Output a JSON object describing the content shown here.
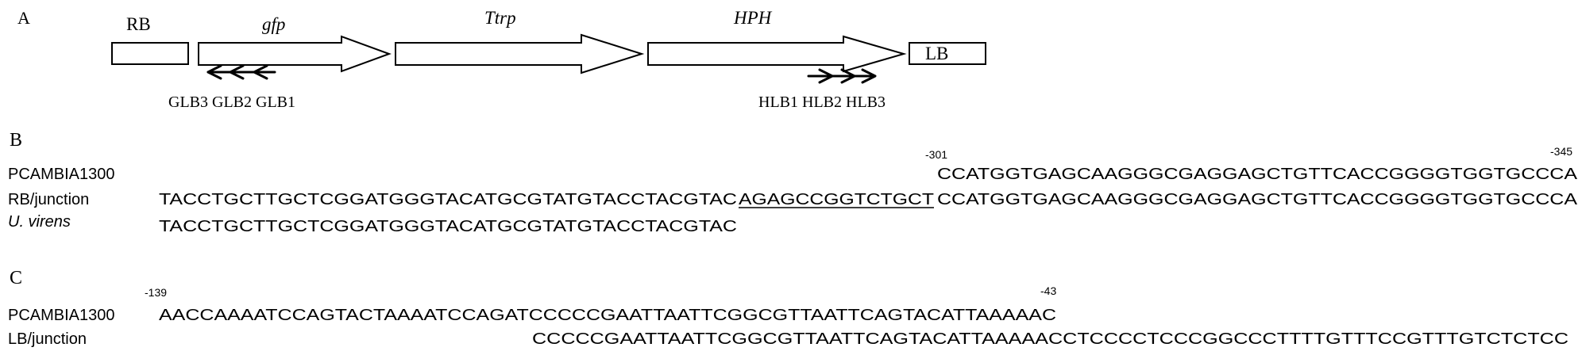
{
  "panels": {
    "a": "A",
    "b": "B",
    "c": "C"
  },
  "map": {
    "elements": [
      {
        "label": "RB",
        "italic": false
      },
      {
        "label": "gfp",
        "italic": true
      },
      {
        "label": "Ttrp",
        "italic": true
      },
      {
        "label": "HPH",
        "italic": true
      },
      {
        "label": "LB",
        "italic": false
      }
    ],
    "primer_groups": [
      {
        "labels": "GLB3 GLB2 GLB1",
        "direction": "left"
      },
      {
        "labels": "HLB1 HLB2 HLB3",
        "direction": "right"
      }
    ]
  },
  "panel_b": {
    "rows": [
      {
        "label": "PCAMBIA1300",
        "italic": false
      },
      {
        "label": "RB/junction",
        "italic": false
      },
      {
        "label": "U. virens",
        "italic": true
      }
    ],
    "pos_start": "-301",
    "pos_end": "-345",
    "pcambia_seq": "CCATGGTGAGCAAGGGCGAGGAGCTGTTCACCGGGGTGGTGCCCA",
    "rb_seq_left": "TACCTGCTTGCTCGGATGGGTACATGCGTATGTACCTACGTAC",
    "rb_seq_insert": "AGAGCCGGTCTGCT",
    "rb_seq_right": "CCATGGTGAGCAAGGGCGAGGAGCTGTTCACCGGGGTGGTGCCCA",
    "virens_seq": "TACCTGCTTGCTCGGATGGGTACATGCGTATGTACCTACGTAC"
  },
  "panel_c": {
    "rows": [
      {
        "label": "PCAMBIA1300"
      },
      {
        "label": "LB/junction"
      }
    ],
    "pos_start": "-139",
    "pos_end": "-43",
    "pcambia_seq": "AACCAAAATCCAGTACTAAAATCCAGATCCCCCGAATTAATTCGGCGTTAATTCAGTACATTAAAAAC",
    "lb_seq": "CCCCCGAATTAATTCGGCGTTAATTCAGTACATTAAAAACCTCCCCTCCCGGCCCTTTTGTTTCCGTTTGTCTCTCC"
  },
  "colors": {
    "ink": "#000000",
    "background": "#ffffff"
  }
}
